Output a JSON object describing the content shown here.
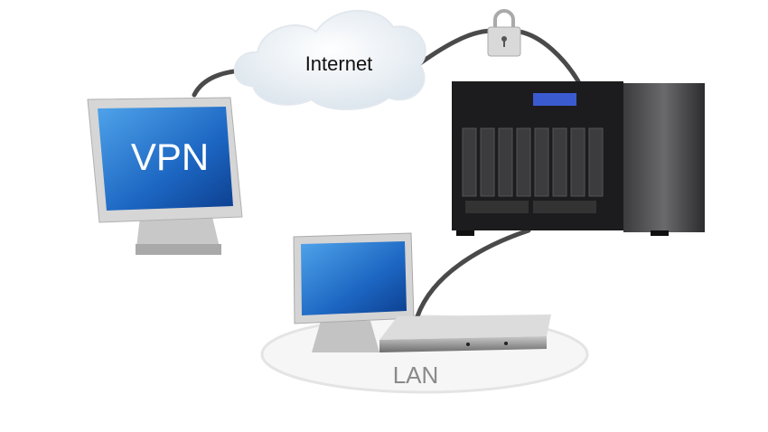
{
  "labels": {
    "internet": "Internet",
    "vpn": "VPN",
    "lan": "LAN"
  },
  "colors": {
    "screen": "#1e6fc8",
    "nas_body": "#2a2a2c",
    "nas_display": "#3a5bd0",
    "cable": "#555555",
    "cloud": "#eef3f8"
  }
}
